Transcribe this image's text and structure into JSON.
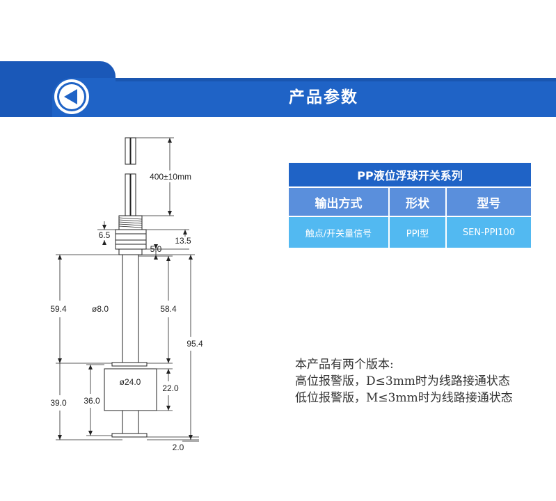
{
  "header": {
    "title": "产品参数",
    "back_icon": "chevron-left-circle-icon"
  },
  "drawing": {
    "cable_length": "400±10mm",
    "thread_height": "6.5",
    "head_height": "13.5",
    "collar_height": "5.0",
    "stem_diameter": "ø8.0",
    "upper_length": "59.4",
    "stem_length": "58.4",
    "total_length": "95.4",
    "float_diameter": "ø24.0",
    "float_height": "22.0",
    "float_travel": "36.0",
    "lower_length": "39.0",
    "clip_thickness": "2.0"
  },
  "spec_table": {
    "series_title": "PP液位浮球开关系列",
    "headers": [
      "输出方式",
      "形状",
      "型号"
    ],
    "row": [
      "触点/开关量信号",
      "PPI型",
      "SEN-PPI100"
    ]
  },
  "notes": {
    "line1": "本产品有两个版本:",
    "line2": "高位报警版，D≤3mm时为线路接通状态",
    "line3": "低位报警版，M≤3mm时为线路接通状态"
  },
  "colors": {
    "banner_blue": "#1f63c6",
    "header_blue": "#5a8fdc",
    "cell_blue": "#52b9f1"
  }
}
